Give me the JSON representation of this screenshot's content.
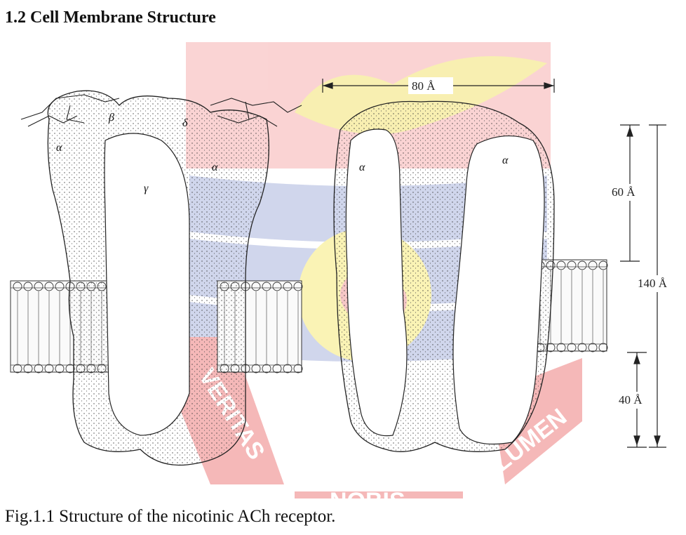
{
  "heading": "1.2 Cell Membrane Structure",
  "caption": "Fig.1.1 Structure of the nicotinic ACh receptor.",
  "subunits": {
    "alpha": "α",
    "beta": "β",
    "gamma": "γ",
    "delta": "δ"
  },
  "dimensions": {
    "width": "80 Å",
    "upper": "60 Å",
    "total": "140 Å",
    "lower": "40 Å"
  },
  "watermark": {
    "left": "VERITAS",
    "bottom": "NOBIS",
    "right": "LUMEN"
  },
  "colors": {
    "watermark_red": "#f28b8b",
    "watermark_blue": "#9aa9d8",
    "watermark_yellow": "#f7ea7a"
  }
}
